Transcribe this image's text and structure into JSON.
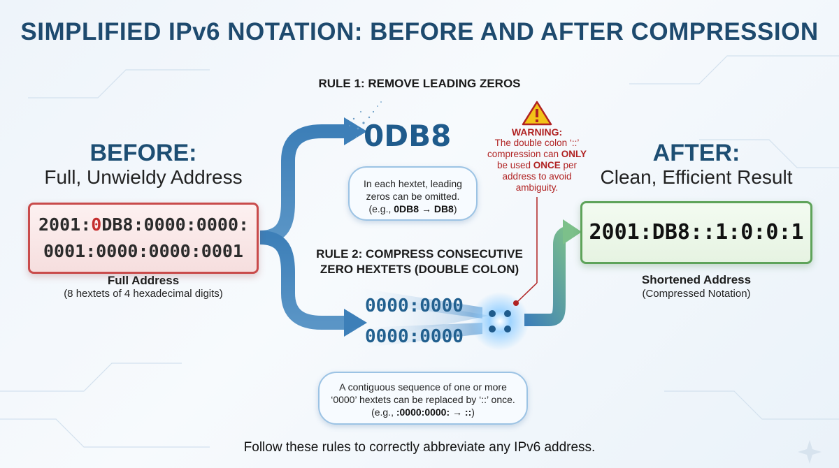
{
  "title": "SIMPLIFIED IPv6 NOTATION: BEFORE AND AFTER COMPRESSION",
  "before": {
    "heading": "BEFORE:",
    "subheading": "Full, Unwieldy Address",
    "address_line1_a": "2001:",
    "address_line1_b": "0",
    "address_line1_c": "DB8:0000:0000:",
    "address_line2": "0001:0000:0000:0001",
    "caption": "Full Address",
    "subcaption": "(8 hextets of 4 hexadecimal digits)"
  },
  "rule1": {
    "label": "RULE 1: REMOVE LEADING ZEROS",
    "example": "0DB8",
    "bubble_line1": "In each hextet, leading",
    "bubble_line2": "zeros can be omitted.",
    "bubble_line3_a": "(e.g., ",
    "bubble_line3_b": "0DB8 → DB8",
    "bubble_line3_c": ")"
  },
  "rule2": {
    "label_line1": "RULE 2: COMPRESS CONSECUTIVE",
    "label_line2": "ZERO HEXTETS (DOUBLE COLON)",
    "hextet_row1": "0000:0000",
    "hextet_row2": "0000:0000",
    "bubble_line1": "A contiguous sequence of one or more",
    "bubble_line2": "‘0000’ hextets can be replaced by ‘::’ once.",
    "bubble_line3_a": "(e.g., ",
    "bubble_line3_b": ":0000:0000: → ::",
    "bubble_line3_c": ")"
  },
  "warning": {
    "icon": "warning-triangle-icon",
    "title": "WARNING:",
    "line1": "The double colon ‘::’",
    "line2_a": "compression can ",
    "line2_b": "ONLY",
    "line3_a": "be used ",
    "line3_b": "ONCE",
    "line3_c": " per",
    "line4": "address to avoid",
    "line5": "ambiguity."
  },
  "after": {
    "heading": "AFTER:",
    "subheading": "Clean, Efficient Result",
    "address": "2001:DB8::1:0:0:1",
    "caption": "Shortened Address",
    "subcaption": "(Compressed Notation)"
  },
  "footer": "Follow these rules to correctly abbreviate any IPv6 address.",
  "colors": {
    "title": "#1e4a6e",
    "before_border": "#c94b4b",
    "after_border": "#5ea35a",
    "arrow": "#3d7fb8",
    "warning": "#b02222"
  }
}
